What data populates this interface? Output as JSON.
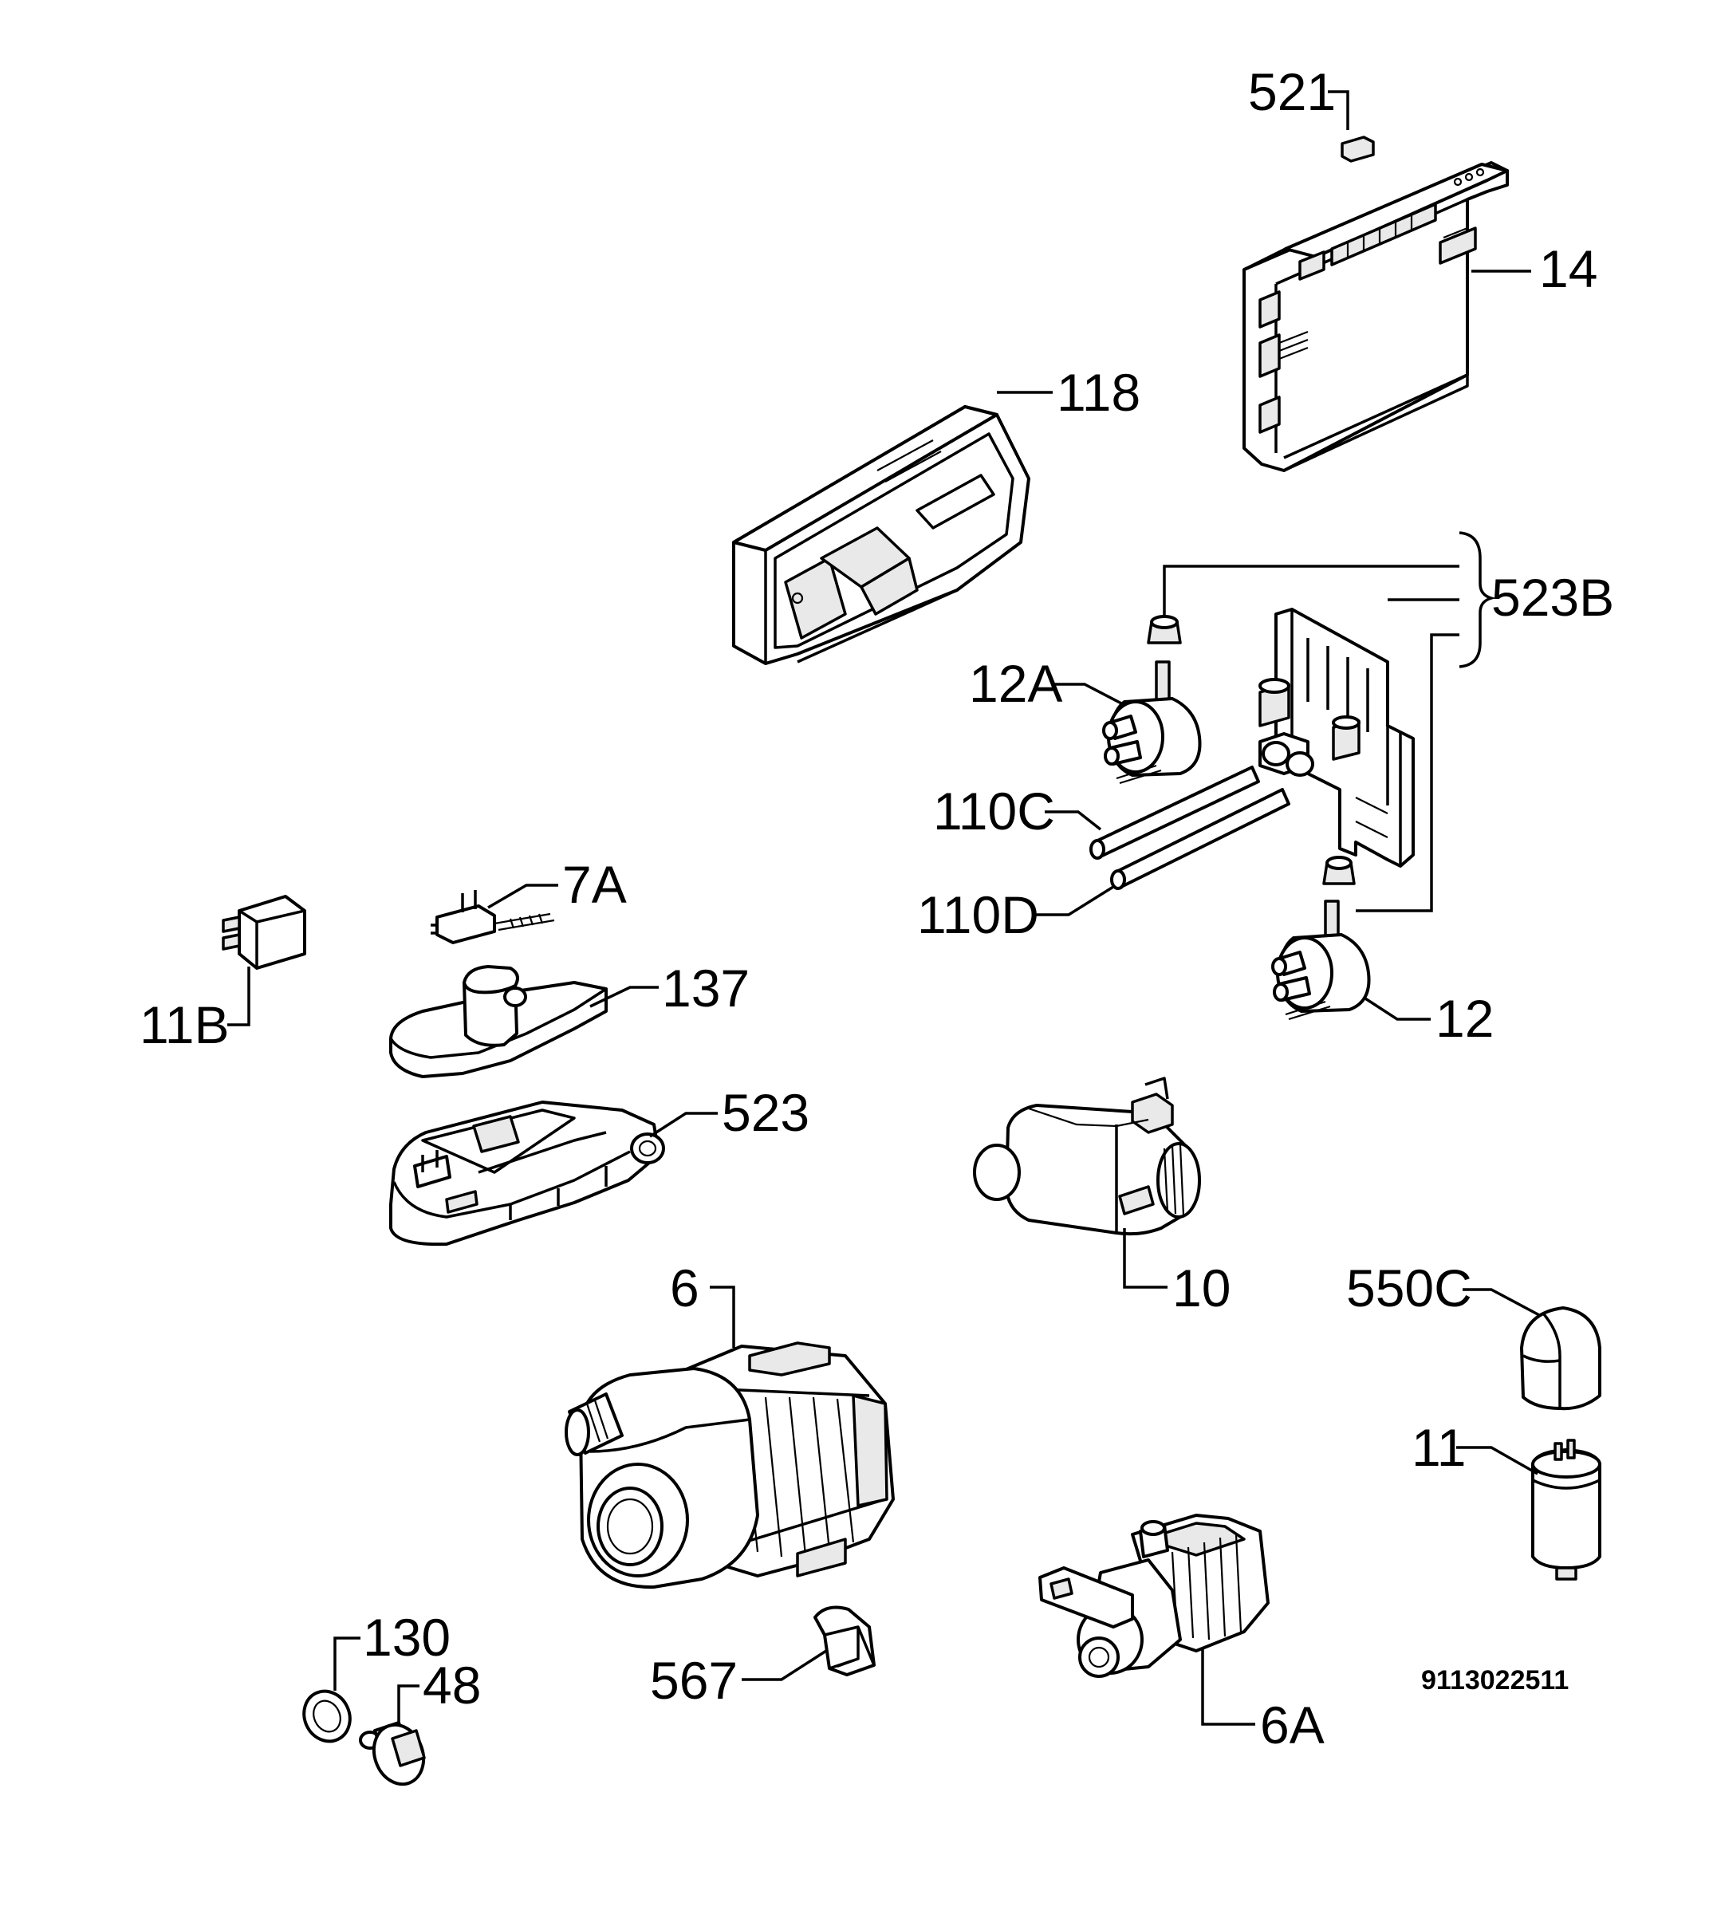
{
  "labels": {
    "p521": "521",
    "p14": "14",
    "p118": "118",
    "p523B": "523B",
    "p12A": "12A",
    "p110C": "110C",
    "p110D": "110D",
    "p12": "12",
    "p7A": "7A",
    "p11B": "11B",
    "p137": "137",
    "p523": "523",
    "p10": "10",
    "p6": "6",
    "p550C": "550C",
    "p11": "11",
    "p130": "130",
    "p48": "48",
    "p567": "567",
    "p6A": "6A"
  },
  "drawing_code": "9113022511"
}
